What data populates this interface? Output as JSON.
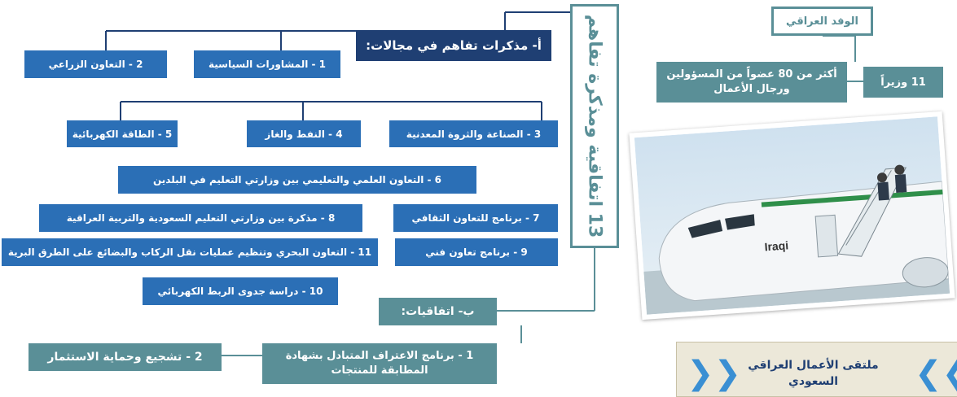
{
  "title_vertical": "13 اتفاقية ومذكرة تفاهم",
  "mou_header": "أ- مذكرات تفاهم في مجالات:",
  "mou_items": {
    "1": "1 - المشاورات السياسية",
    "2": "2 - التعاون الزراعي",
    "3": "3 - الصناعة والثروة المعدنية",
    "4": "4 - النفط والغاز",
    "5": "5 - الطاقة الكهربائية",
    "6": "6 - التعاون العلمي والتعليمي بين وزارتي التعليم في البلدين",
    "7": "7 - برنامج للتعاون الثقافي",
    "8": "8 - مذكرة بين وزارتي التعليم السعودية والتربية العراقية",
    "9": "9 - برنامج تعاون فني",
    "10": "10 - دراسة جدوى الربط الكهربائي",
    "11": "11 - التعاون البحري وتنظيم عمليات نقل الركاب والبضائع على الطرق البرية"
  },
  "agreements_header": "ب- اتفاقيات:",
  "agreements": {
    "1": "1 - برنامج الاعتراف المتبادل بشهادة المطابقة للمنتجات",
    "2": "2 - تشجيع وحماية الاستثمار"
  },
  "delegation": {
    "title": "الوفد العراقي",
    "ministers": "11 وزيراً",
    "members": "أكثر من 80 عضواً من المسؤولين ورجال الأعمال"
  },
  "photo": {
    "plane_label": "Iraqi"
  },
  "forum": {
    "title": "ملتقى الأعمال العراقي السعودي"
  },
  "colors": {
    "blue": "#2b6fb6",
    "teal": "#5a8f97",
    "navy": "#1f3f73"
  }
}
